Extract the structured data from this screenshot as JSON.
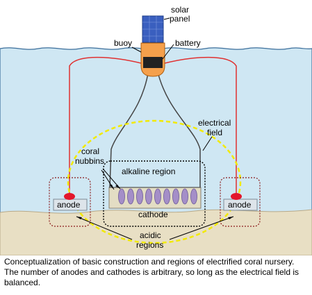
{
  "labels": {
    "solar_panel_line1": "solar",
    "solar_panel_line2": "panel",
    "buoy": "buoy",
    "battery": "battery",
    "electrical_field_line1": "electrical",
    "electrical_field_line2": "field",
    "coral_nubbins_line1": "coral",
    "coral_nubbins_line2": "nubbins",
    "alkaline_region": "alkaline region",
    "cathode": "cathode",
    "anode_left": "anode",
    "anode_right": "anode",
    "acidic_regions_line1": "acidic",
    "acidic_regions_line2": "regions"
  },
  "caption": "Conceptualization of basic construction and regions of electrified coral nursery.  The number of anodes and cathodes is arbitrary, so long as the electrical field is balanced.",
  "colors": {
    "water": "#cfe7f3",
    "sea_floor": "#e8dfc4",
    "wire_red": "#e03030",
    "wire_dark": "#444444",
    "field_yellow": "#f2ea00",
    "anode_red": "#e3172b",
    "buoy_orange": "#f5a04b",
    "solar_blue": "#3a5fbf",
    "region_red_dotted": "#8a1a1a",
    "coral_purple": "#a48ec8"
  }
}
